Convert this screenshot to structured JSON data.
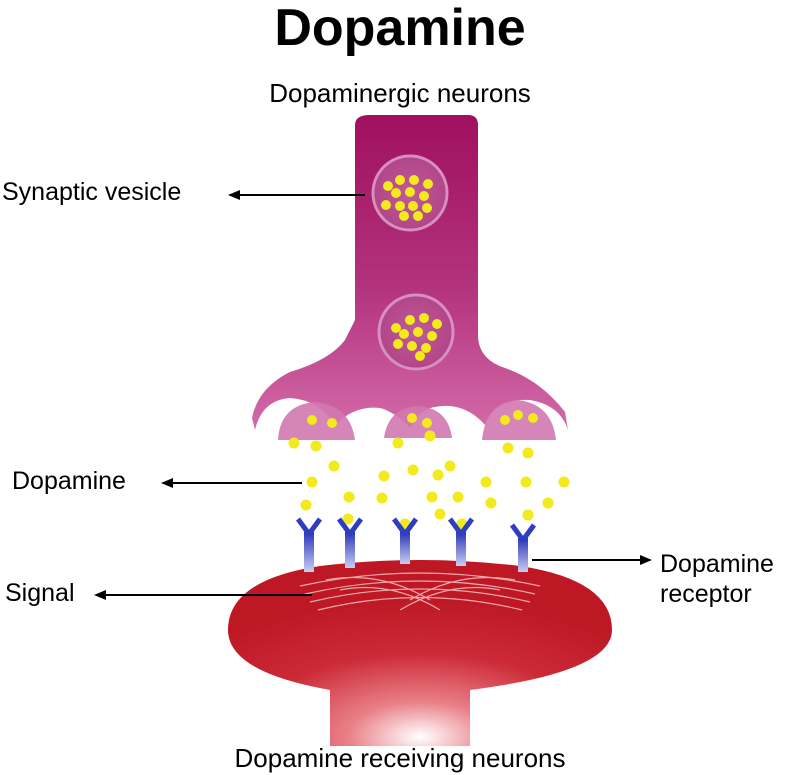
{
  "title": "Dopamine",
  "top_label": "Dopaminergic neurons",
  "bottom_label": "Dopamine receiving neurons",
  "labels": {
    "synaptic_vesicle": "Synaptic vesicle",
    "dopamine": "Dopamine",
    "signal": "Signal",
    "receptor_line1": "Dopamine",
    "receptor_line2": "receptor"
  },
  "colors": {
    "presynaptic": "#a0105e",
    "presynaptic_light": "#c94a98",
    "postsynaptic": "#c41e2a",
    "dopamine_dot": "#f2ea1c",
    "receptor": "#2f3dbf",
    "arrow": "#000000"
  }
}
